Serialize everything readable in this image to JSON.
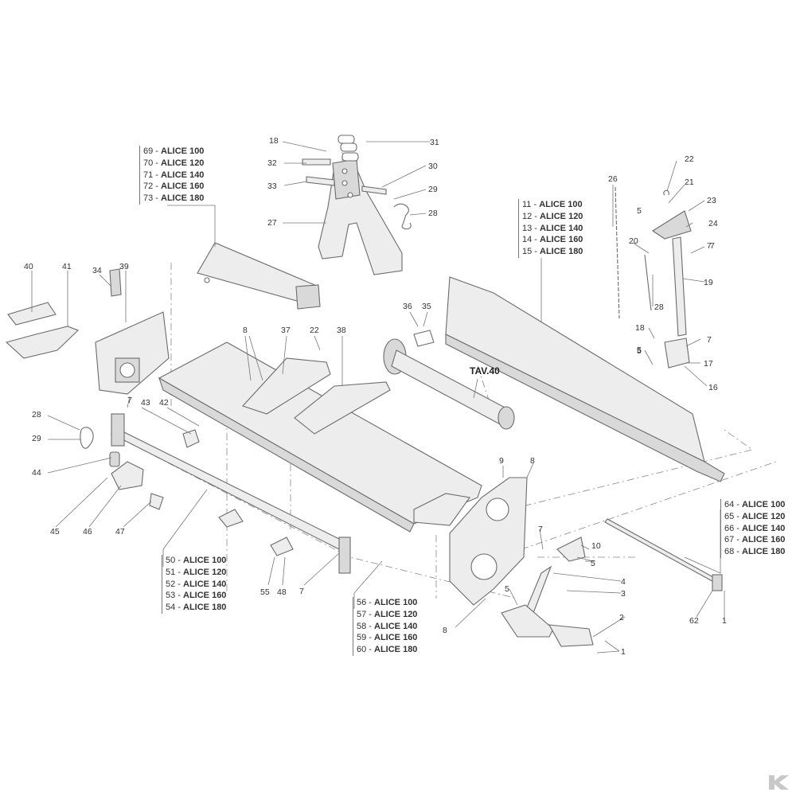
{
  "callouts": {
    "c1": "1",
    "c2": "2",
    "c3": "3",
    "c4": "4",
    "c5": "5",
    "c6": "5",
    "c7": "5",
    "c8": "5",
    "c9": "7",
    "c10": "7",
    "c11": "7",
    "c12": "7",
    "c13": "7",
    "c14": "8",
    "c15": "8",
    "c16": "8",
    "c17": "9",
    "c18": "10",
    "c19": "16",
    "c20": "17",
    "c21": "18",
    "c22": "18",
    "c23": "19",
    "c24": "20",
    "c25": "21",
    "c26": "22",
    "c27": "22",
    "c28": "23",
    "c29": "24",
    "c30": "26",
    "c31": "27",
    "c32": "28",
    "c33": "28",
    "c34": "28",
    "c35": "29",
    "c36": "29",
    "c37": "30",
    "c38": "31",
    "c39": "32",
    "c40": "33",
    "c41": "34",
    "c42": "35",
    "c43": "36",
    "c44": "37",
    "c45": "38",
    "c46": "39",
    "c47": "40",
    "c48": "41",
    "c49": "42",
    "c50": "43",
    "c51": "44",
    "c52": "45",
    "c53": "46",
    "c54": "47",
    "c55": "48",
    "c56": "55",
    "c57": "62",
    "c58": "1",
    "c59": "5",
    "c60": "7"
  },
  "tav_label": "TAV.40",
  "groups": {
    "g69": [
      {
        "num": "69 - ",
        "model": "ALICE 100"
      },
      {
        "num": "70 - ",
        "model": "ALICE 120"
      },
      {
        "num": "71 - ",
        "model": "ALICE 140"
      },
      {
        "num": "72 - ",
        "model": "ALICE 160"
      },
      {
        "num": "73 - ",
        "model": "ALICE 180"
      }
    ],
    "g11": [
      {
        "num": "11 - ",
        "model": "ALICE 100"
      },
      {
        "num": "12 - ",
        "model": "ALICE 120"
      },
      {
        "num": "13 - ",
        "model": "ALICE 140"
      },
      {
        "num": "14 - ",
        "model": "ALICE 160"
      },
      {
        "num": "15 - ",
        "model": "ALICE 180"
      }
    ],
    "g64": [
      {
        "num": "64 - ",
        "model": "ALICE 100"
      },
      {
        "num": "65 - ",
        "model": "ALICE 120"
      },
      {
        "num": "66 - ",
        "model": "ALICE 140"
      },
      {
        "num": "67 - ",
        "model": "ALICE 160"
      },
      {
        "num": "68 - ",
        "model": "ALICE 180"
      }
    ],
    "g50": [
      {
        "num": "50 - ",
        "model": "ALICE 100"
      },
      {
        "num": "51 - ",
        "model": "ALICE 120"
      },
      {
        "num": "52 - ",
        "model": "ALICE 140"
      },
      {
        "num": "53 - ",
        "model": "ALICE 160"
      },
      {
        "num": "54 - ",
        "model": "ALICE 180"
      }
    ],
    "g56": [
      {
        "num": "56 - ",
        "model": "ALICE 100"
      },
      {
        "num": "57 - ",
        "model": "ALICE 120"
      },
      {
        "num": "58 - ",
        "model": "ALICE 140"
      },
      {
        "num": "59 - ",
        "model": "ALICE 160"
      },
      {
        "num": "60 - ",
        "model": "ALICE 180"
      }
    ]
  },
  "logo": {
    "icon": "brand-k-logo",
    "color": "#c8c8c8"
  }
}
